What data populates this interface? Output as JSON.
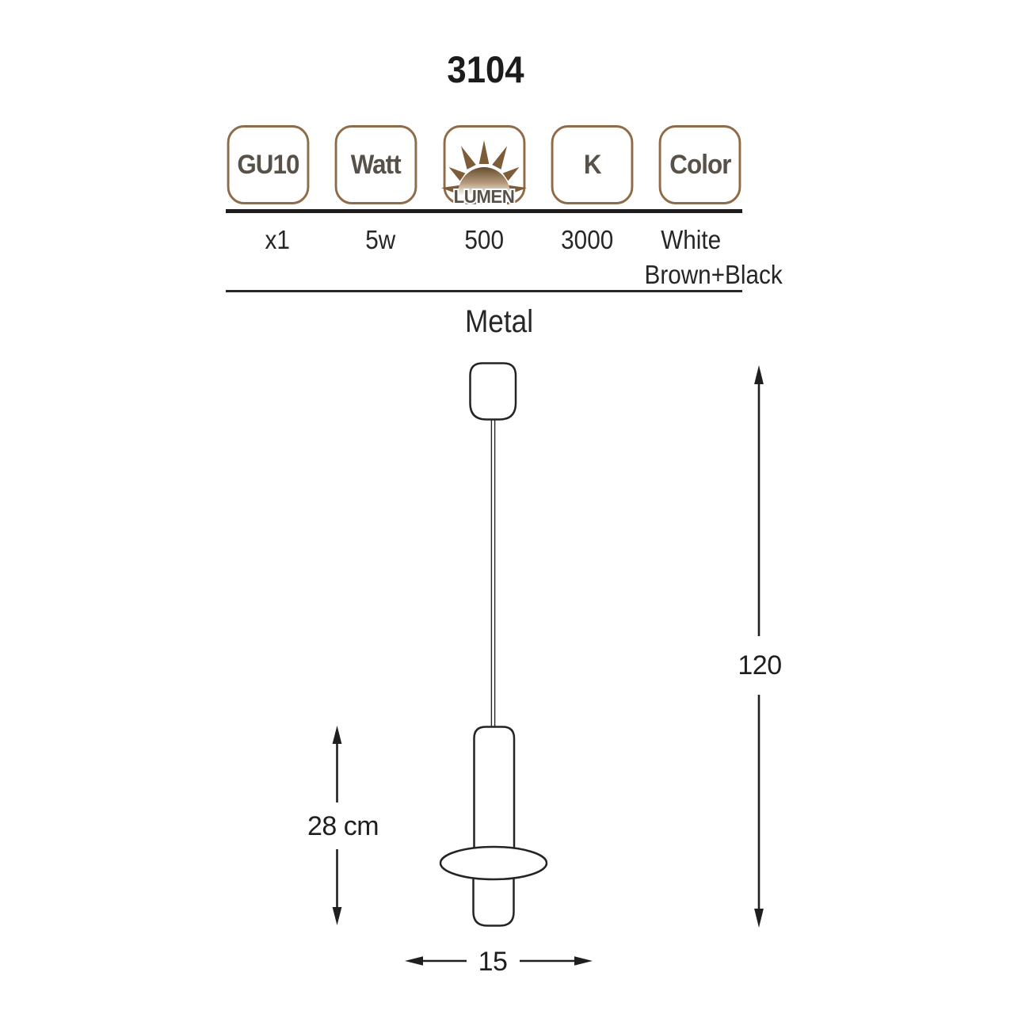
{
  "product": {
    "code": "3104"
  },
  "colors": {
    "accent_brown": "#8e6b49",
    "badge_text": "#585149",
    "ink": "#1f1f1f",
    "sun_ray_brown": "#7d5c39"
  },
  "spec": {
    "columns": [
      {
        "badge": "GU10",
        "value": "x1"
      },
      {
        "badge": "Watt",
        "value": "5w"
      },
      {
        "badge": "LUMEN",
        "value": "500"
      },
      {
        "badge": "K",
        "value": "3000"
      },
      {
        "badge": "Color",
        "value": "White",
        "value2": "Brown+Black"
      }
    ],
    "material": "Metal"
  },
  "dimensions": {
    "body_height": "28 cm",
    "total_height": "120",
    "diameter": "15"
  }
}
